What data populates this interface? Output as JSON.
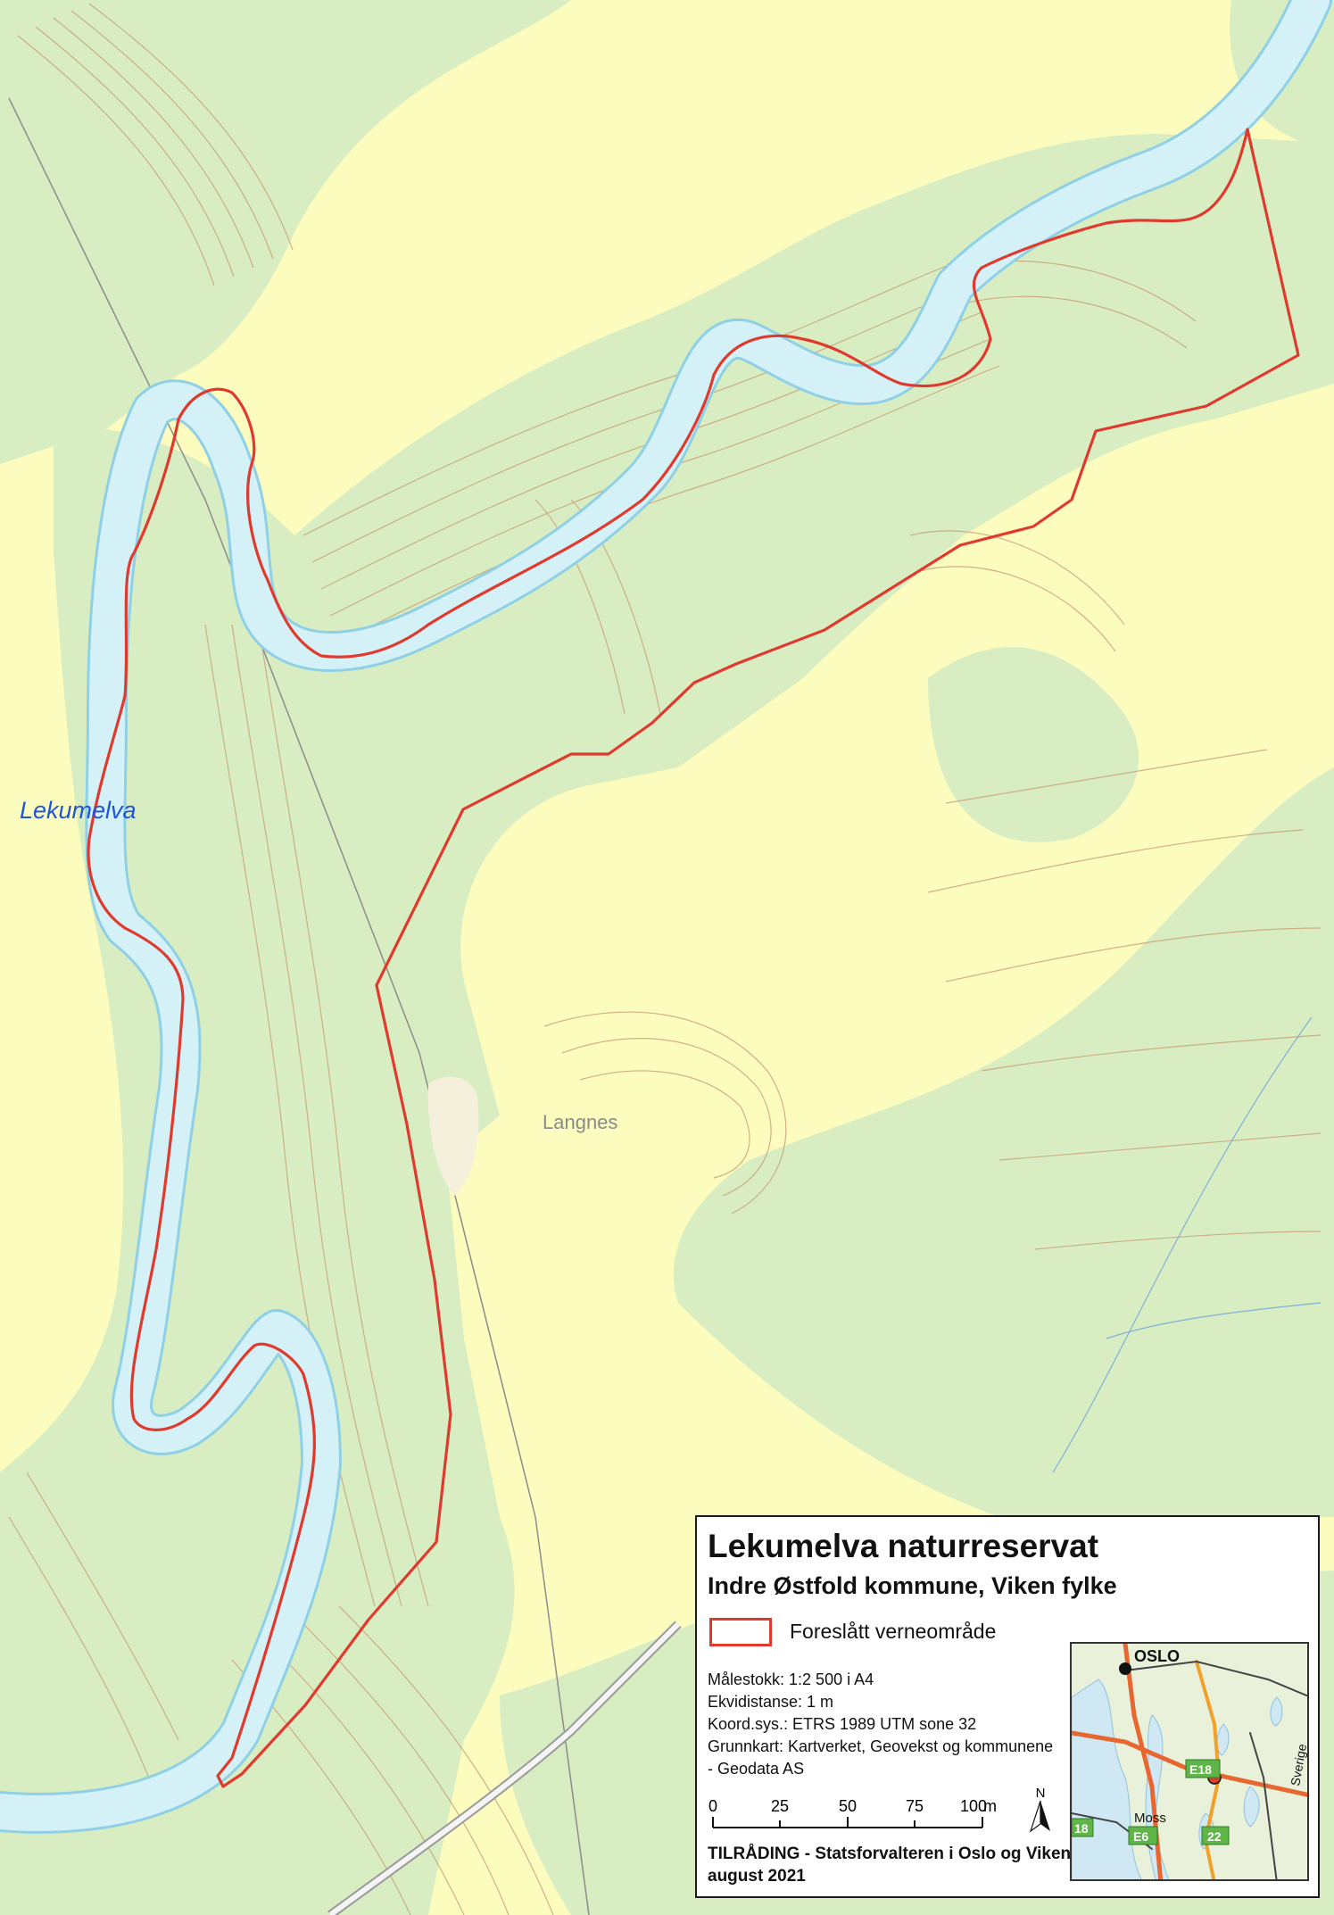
{
  "map": {
    "river_name": "Lekumelva",
    "place_name": "Langnes",
    "colors": {
      "open_land": "#fdfcbf",
      "forest": "#d9edc2",
      "river": "#d4f1f7",
      "river_edge": "#8fd0e6",
      "contour": "#c9a27a",
      "boundary": "#e03a2f"
    }
  },
  "legend": {
    "title": "Lekumelva naturreservat",
    "subtitle": "Indre Østfold kommune, Viken fylke",
    "symbol_label": "Foreslått verneområde",
    "meta": [
      "Målestokk: 1:2 500 i A4",
      "Ekvidistanse: 1 m",
      "Koord.sys.: ETRS 1989 UTM sone 32",
      "Grunnkart: Kartverket, Geovekst og kommunene",
      "- Geodata AS"
    ],
    "scale_ticks": [
      "0",
      "25",
      "50",
      "75",
      "100"
    ],
    "scale_unit": "m",
    "north_label": "N",
    "footer": "TILRÅDING - Statsforvalteren i Oslo og Viken, august 2021"
  },
  "inset": {
    "city": "OSLO",
    "town": "Moss",
    "country": "Sverige",
    "roads": [
      "E18",
      "E6",
      "22",
      "18"
    ]
  }
}
